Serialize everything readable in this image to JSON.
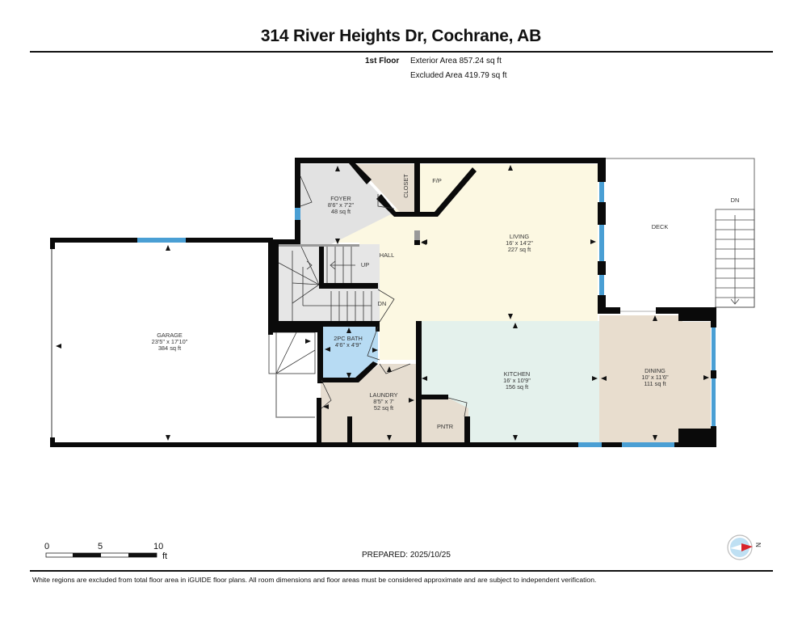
{
  "header": {
    "title": "314 River Heights Dr, Cochrane, AB",
    "floor": "1st Floor",
    "exterior_area": "Exterior Area 857.24 sq ft",
    "excluded_area": "Excluded Area 419.79 sq ft"
  },
  "colors": {
    "wall": "#0a0a0a",
    "window": "#4a9fd4",
    "foyer": "#e2e2e2",
    "closet": "#e6ddd0",
    "living": "#fcf8e2",
    "kitchen": "#e4f1ec",
    "dining": "#e8ddce",
    "laundry": "#e6ddd0",
    "bath": "#b7dbf3",
    "stairs": "#e6e6e6"
  },
  "rooms": {
    "foyer": {
      "name": "FOYER",
      "dims": "8'6\" x 7'2\"",
      "area": "48 sq ft"
    },
    "closet": {
      "name": "CLOSET"
    },
    "fp": {
      "name": "F/P"
    },
    "hall": {
      "name": "HALL"
    },
    "up": {
      "name": "UP"
    },
    "dn_stairs": {
      "name": "DN"
    },
    "living": {
      "name": "LIVING",
      "dims": "16' x 14'2\"",
      "area": "227 sq ft"
    },
    "deck": {
      "name": "DECK"
    },
    "deck_dn": {
      "name": "DN"
    },
    "garage": {
      "name": "GARAGE",
      "dims": "23'5\" x 17'10\"",
      "area": "384 sq ft"
    },
    "bath": {
      "name": "2PC BATH",
      "dims": "4'6\" x 4'9\""
    },
    "laundry": {
      "name": "LAUNDRY",
      "dims": "8'5\" x 7'",
      "area": "52 sq ft"
    },
    "pantry": {
      "name": "PNTR"
    },
    "kitchen": {
      "name": "KITCHEN",
      "dims": "16' x 10'9\"",
      "area": "156 sq ft"
    },
    "dining": {
      "name": "DINING",
      "dims": "10' x 11'6\"",
      "area": "111 sq ft"
    }
  },
  "scale": {
    "tick0": "0",
    "tick5": "5",
    "tick10": "10",
    "unit": "ft"
  },
  "footer": {
    "prepared": "PREPARED: 2025/10/25",
    "compass_label": "N",
    "disclaimer": "White regions are excluded from total floor area in iGUIDE floor plans. All room dimensions and floor areas must be considered approximate and are subject to independent verification."
  }
}
